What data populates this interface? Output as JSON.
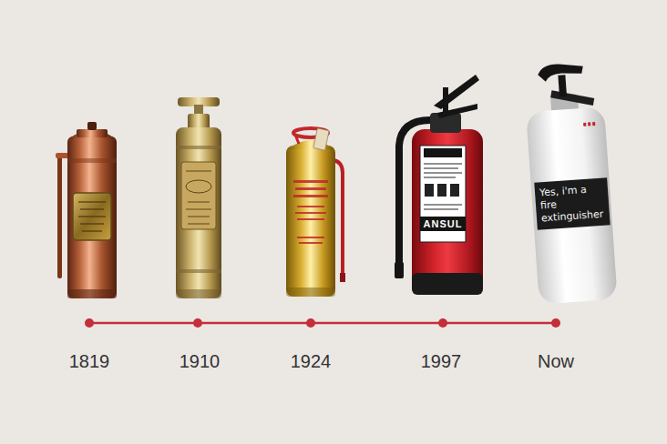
{
  "diagram": {
    "labels": [
      "1819",
      "1910",
      "1924",
      "1997",
      "Now",
      "ANSUL",
      "Yes, i'm a fire extinguisher"
    ]
  }
}
